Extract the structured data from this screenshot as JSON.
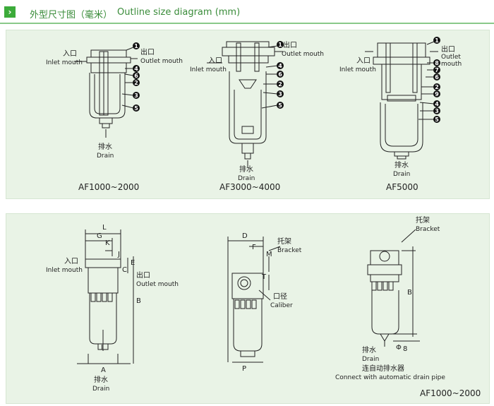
{
  "header": {
    "title_cn": "外型尺寸图（毫米）",
    "title_en": "Outline size diagram (mm)"
  },
  "top": {
    "af1000": {
      "inlet_cn": "入口",
      "inlet_en": "Inlet mouth",
      "outlet_cn": "出口",
      "outlet_en": "Outlet mouth",
      "drain_cn": "排水",
      "drain_en": "Drain",
      "caption": "AF1000~2000",
      "parts": [
        "1",
        "4",
        "6",
        "2",
        "3",
        "5"
      ]
    },
    "af3000": {
      "inlet_cn": "入口",
      "inlet_en": "Inlet mouth",
      "outlet_cn": "出口",
      "outlet_en": "Outlet mouth",
      "drain_cn": "排水",
      "drain_en": "Drain",
      "caption": "AF3000~4000",
      "parts": [
        "1",
        "4",
        "6",
        "2",
        "3",
        "5"
      ]
    },
    "af5000": {
      "inlet_cn": "入口",
      "inlet_en": "Inlet mouth",
      "outlet_cn": "出口",
      "outlet_en": "Outlet",
      "outlet_en2": "mouth",
      "drain_cn": "排水",
      "drain_en": "Drain",
      "caption": "AF5000",
      "parts": [
        "1",
        "8",
        "7",
        "6",
        "2",
        "9",
        "4",
        "3",
        "5"
      ]
    }
  },
  "bottom": {
    "left": {
      "dims": [
        "L",
        "G",
        "K",
        "J",
        "E",
        "C",
        "B",
        "I",
        "A"
      ],
      "inlet_cn": "入口",
      "inlet_en": "Inlet mouth",
      "outlet_cn": "出口",
      "outlet_en": "Outlet mouth",
      "drain_cn": "排水",
      "drain_en": "Drain"
    },
    "middle": {
      "dims": [
        "D",
        "F",
        "M",
        "T",
        "P"
      ],
      "bracket_cn": "托架",
      "bracket_en": "Bracket",
      "caliber_cn": "口径",
      "caliber_en": "Caliber"
    },
    "right": {
      "bracket_cn": "托架",
      "bracket_en": "Bracket",
      "dim_b": "B",
      "dim_phi": "Φ",
      "dim_phi_sub": "8",
      "drain_cn": "排水",
      "drain_en": "Drain",
      "auto_cn": "连自动排水器",
      "auto_en": "Connect with automatic drain pipe",
      "caption": "AF1000~2000"
    }
  }
}
